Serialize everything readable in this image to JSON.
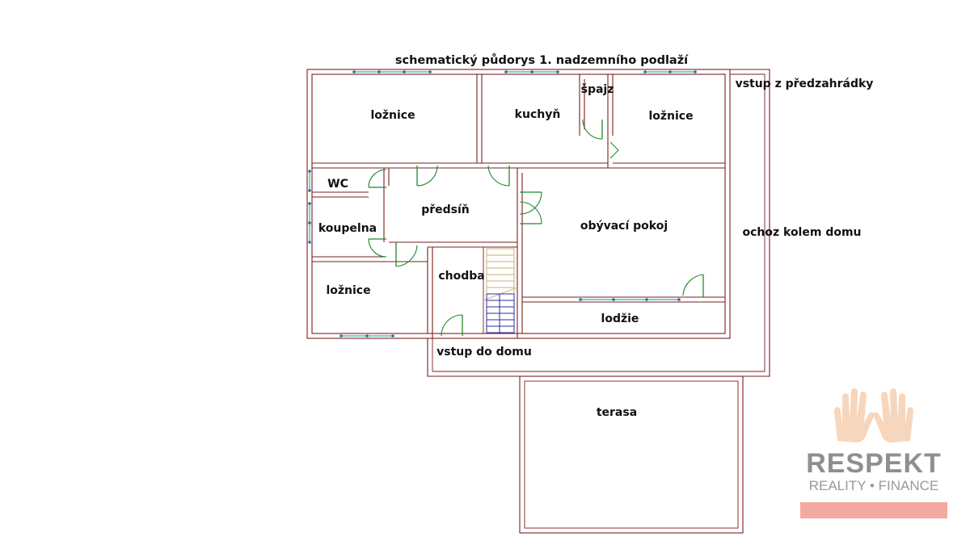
{
  "plan": {
    "title": "schematický půdorys 1. nadzemního podlaží",
    "rooms": {
      "loznice_1": "ložnice",
      "kuchyn": "kuchyň",
      "spajz": "špajz",
      "loznice_2": "ložnice",
      "wc": "WC",
      "predsin": "předsíň",
      "koupelna": "koupelna",
      "obyvaci_pokoj": "obývací pokoj",
      "chodba": "chodba",
      "loznice_3": "ložnice",
      "lodzie": "lodžie",
      "terasa": "terasa"
    },
    "annotations": {
      "entry_garden": "vstup z předzahrádky",
      "walkway": "ochoz kolem domu",
      "entry_house": "vstup do domu"
    },
    "colors": {
      "wall": "#7a1f1f",
      "door": "#1f8a2a",
      "window": "#4aa3a3",
      "stairs_upper": "#c8b27a",
      "stairs_lower": "#2a2f9c"
    }
  },
  "logo": {
    "name": "RESPEKT",
    "subtitle": "REALITY • FINANCE",
    "accent": "#f4a9a0"
  }
}
